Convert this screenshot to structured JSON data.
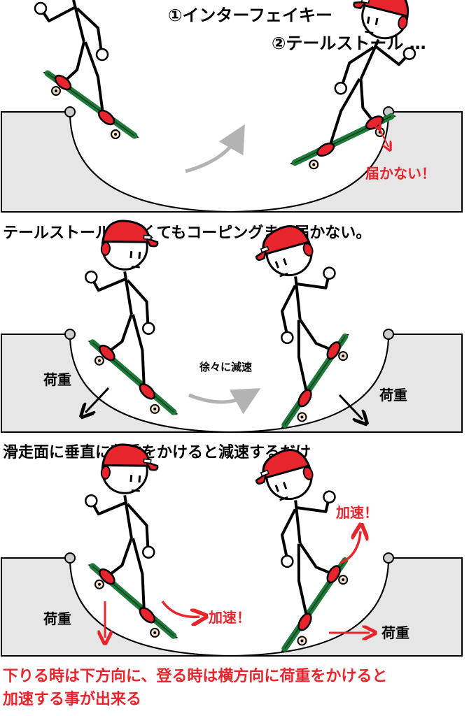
{
  "colors": {
    "ramp_fill": "#e6e6e6",
    "outline": "#000000",
    "cap_red": "#e8242c",
    "board_green": "#1f7a3a",
    "accent_red": "#e8242c",
    "skin": "#ffffff",
    "wheel": "#f2e0c8",
    "grey_arrow": "#b3b3b3"
  },
  "panel1": {
    "trick_1": "①インターフェイキー",
    "trick_2": "②テールストール …",
    "reach_note": "届かない！",
    "caption": "テールストールしたくてもコーピングまで届かない。"
  },
  "panel2": {
    "slowdown_label": "徐々に減速",
    "load_left": "荷重",
    "load_right": "荷重",
    "caption": "滑走面に垂直に荷重をかけると減速するだけ"
  },
  "panel3": {
    "accel_top": "加速！",
    "accel_mid": "加速！",
    "load_left": "荷重",
    "load_right": "荷重",
    "caption_line1": "下りる時は下方向に、登る時は横方向に荷重をかけると",
    "caption_line2": "加速する事が出来る"
  }
}
